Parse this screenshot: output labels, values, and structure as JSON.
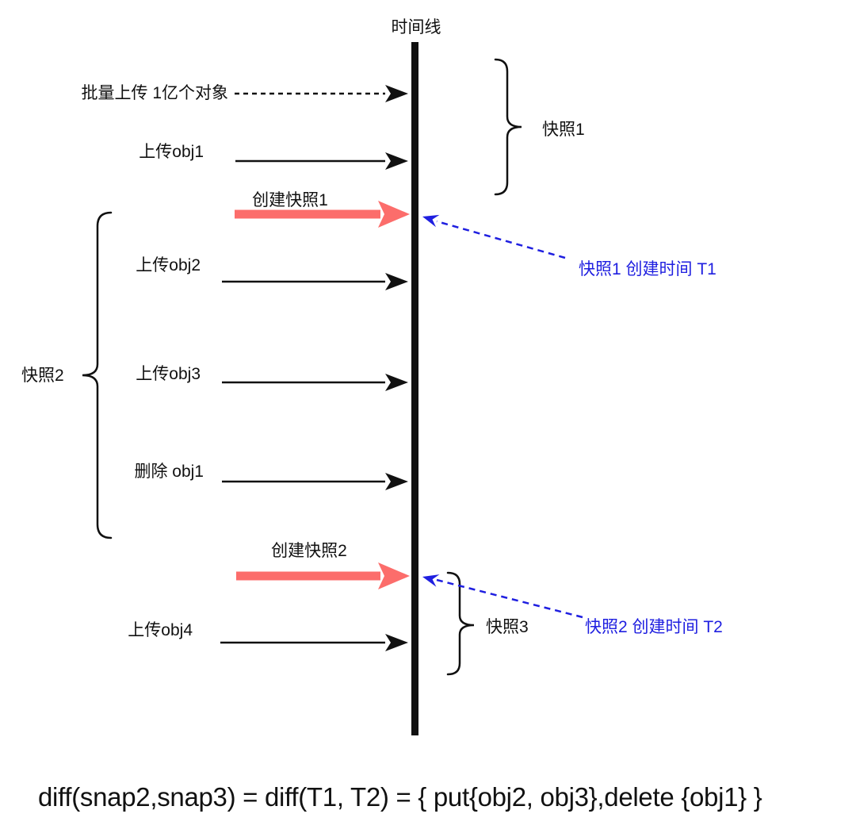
{
  "colors": {
    "ink": "#111111",
    "red": "#fc6d6b",
    "blue": "#1f1fe0"
  },
  "timeline": {
    "label": "时间线"
  },
  "events": [
    {
      "label": "批量上传 1亿个对象",
      "arrow": "dashed-black"
    },
    {
      "label": "上传obj1",
      "arrow": "solid-black"
    },
    {
      "label": "创建快照1",
      "arrow": "thick-red"
    },
    {
      "label": "上传obj2",
      "arrow": "solid-black"
    },
    {
      "label": "上传obj3",
      "arrow": "solid-black"
    },
    {
      "label": "删除 obj1",
      "arrow": "solid-black"
    },
    {
      "label": "创建快照2",
      "arrow": "thick-red"
    },
    {
      "label": "上传obj4",
      "arrow": "solid-black"
    }
  ],
  "braces": [
    {
      "label": "快照1",
      "side": "right"
    },
    {
      "label": "快照2",
      "side": "left"
    },
    {
      "label": "快照3",
      "side": "right"
    }
  ],
  "annotations": [
    {
      "label": "快照1 创建时间 T1"
    },
    {
      "label": "快照2 创建时间 T2"
    }
  ],
  "formula": "diff(snap2,snap3) = diff(T1, T2) = { put{obj2, obj3},delete {obj1} }"
}
